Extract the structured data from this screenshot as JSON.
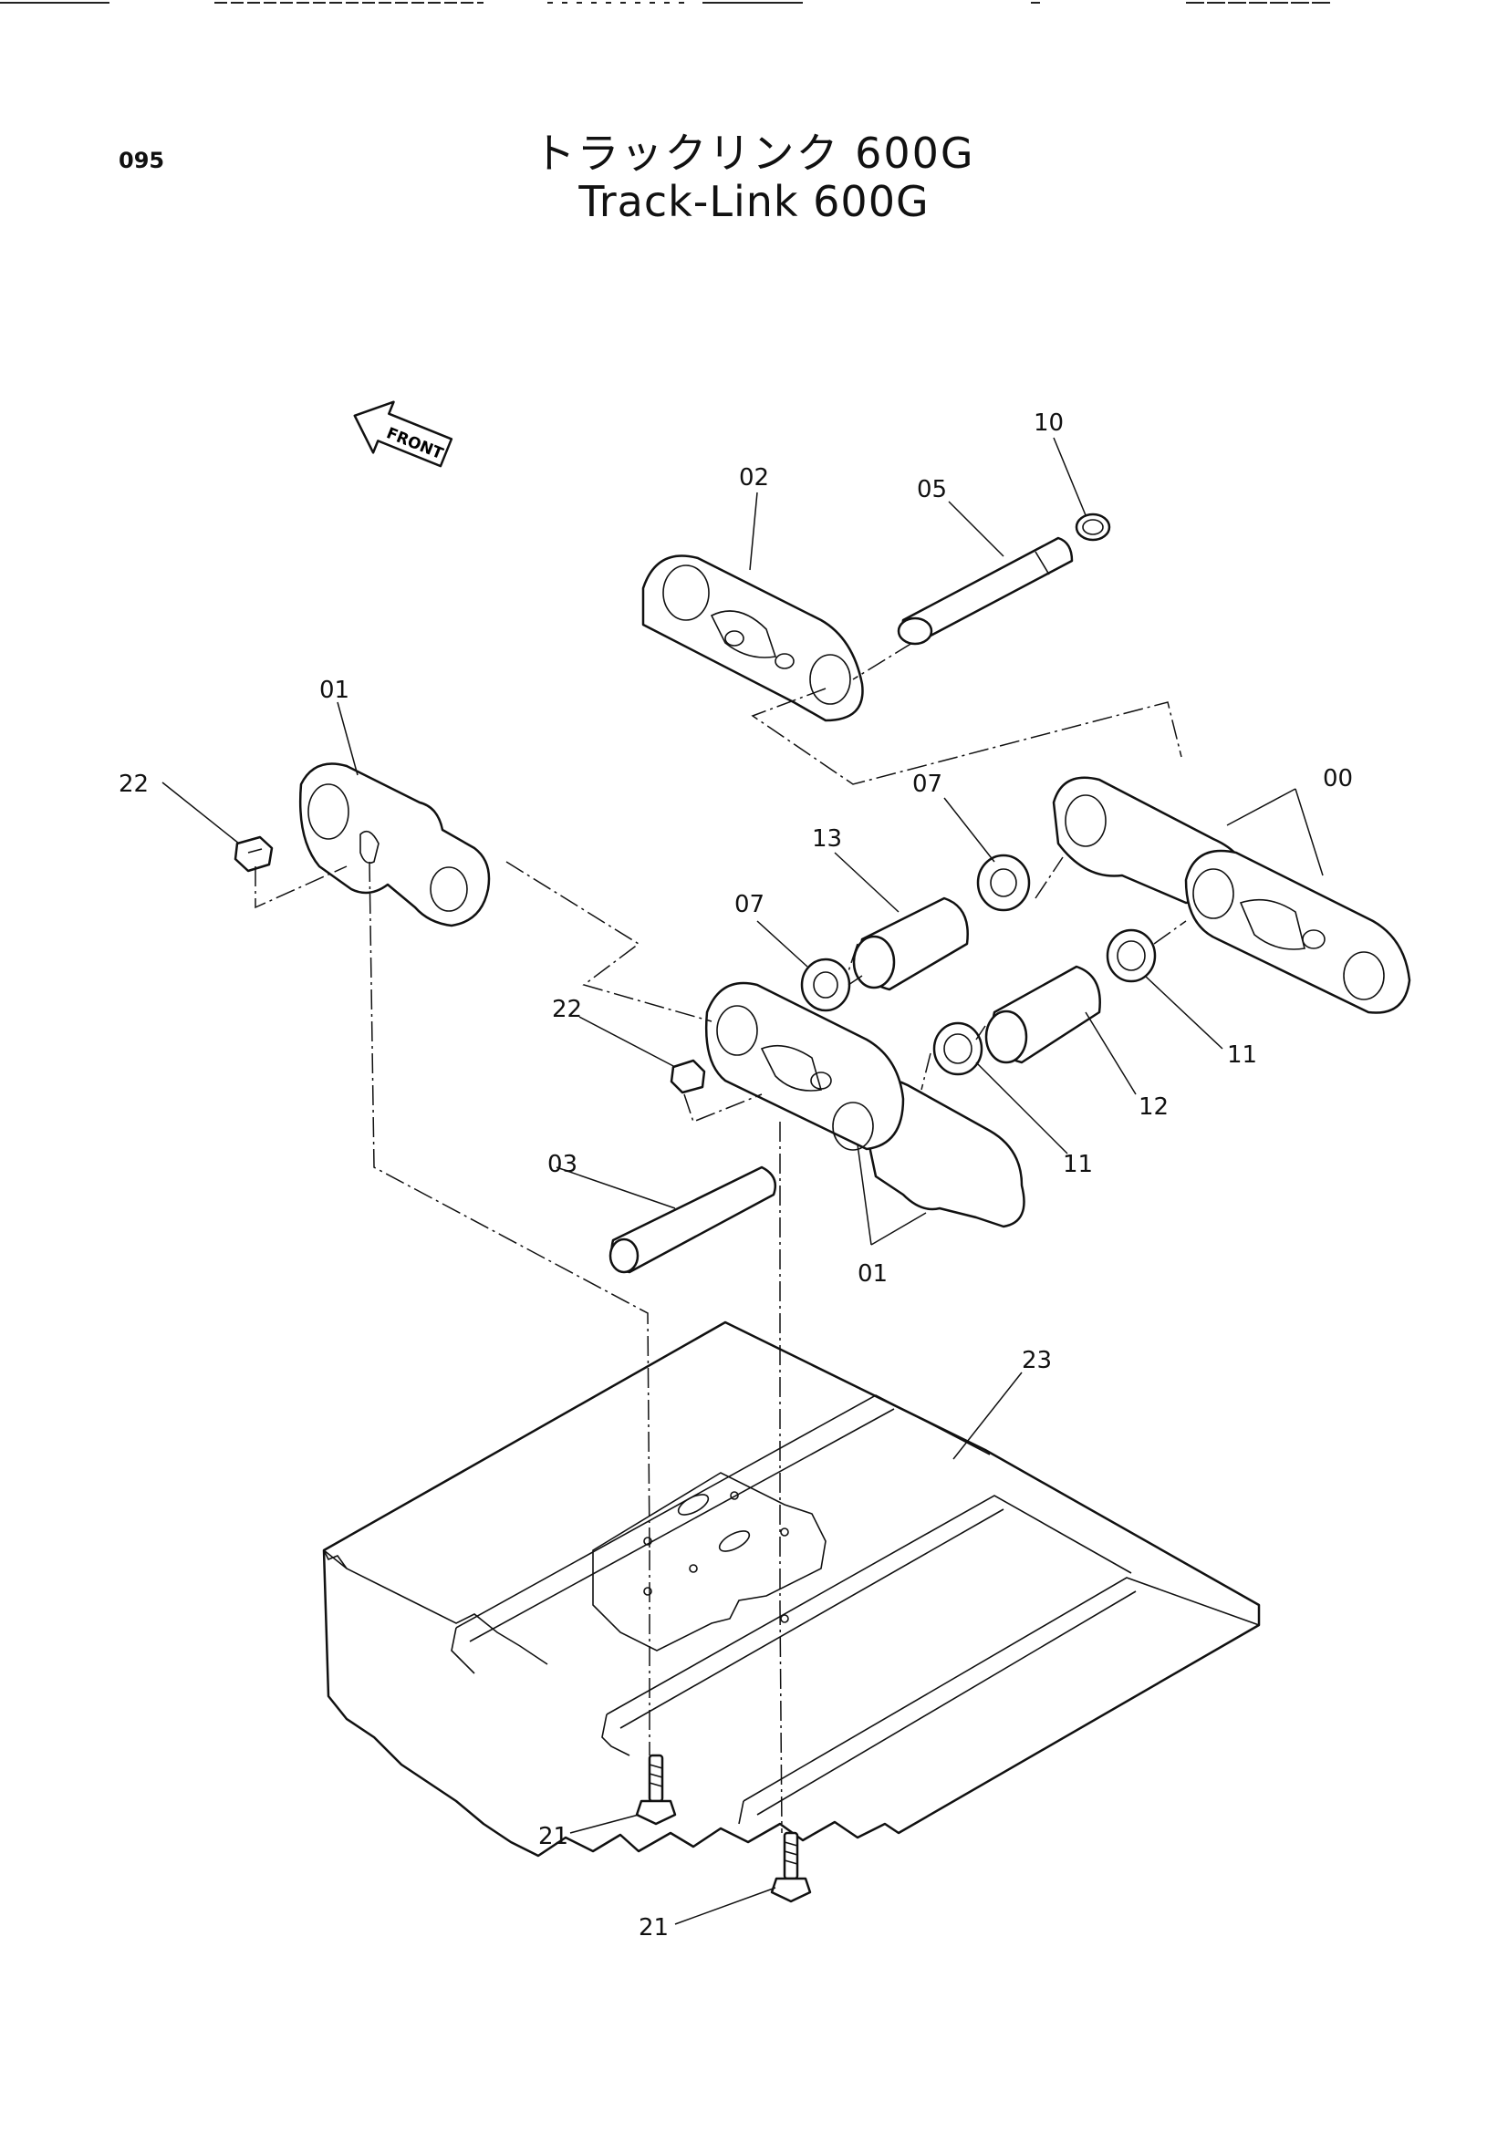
{
  "header": {
    "page_number": "095",
    "title_jp": "トラックリンク 600G",
    "title_en": "Track-Link 600G"
  },
  "front_indicator": {
    "label": "FRONT",
    "icon": "front-arrow-icon"
  },
  "callouts": [
    {
      "id": "c10",
      "text": "10"
    },
    {
      "id": "c02",
      "text": "02"
    },
    {
      "id": "c05",
      "text": "05"
    },
    {
      "id": "c01a",
      "text": "01"
    },
    {
      "id": "c22a",
      "text": "22"
    },
    {
      "id": "c07a",
      "text": "07"
    },
    {
      "id": "c00",
      "text": "00"
    },
    {
      "id": "c13",
      "text": "13"
    },
    {
      "id": "c07b",
      "text": "07"
    },
    {
      "id": "c22b",
      "text": "22"
    },
    {
      "id": "c11a",
      "text": "11"
    },
    {
      "id": "c12",
      "text": "12"
    },
    {
      "id": "c03",
      "text": "03"
    },
    {
      "id": "c11b",
      "text": "11"
    },
    {
      "id": "c01b",
      "text": "01"
    },
    {
      "id": "c23",
      "text": "23"
    },
    {
      "id": "c21a",
      "text": "21"
    },
    {
      "id": "c21b",
      "text": "21"
    }
  ]
}
